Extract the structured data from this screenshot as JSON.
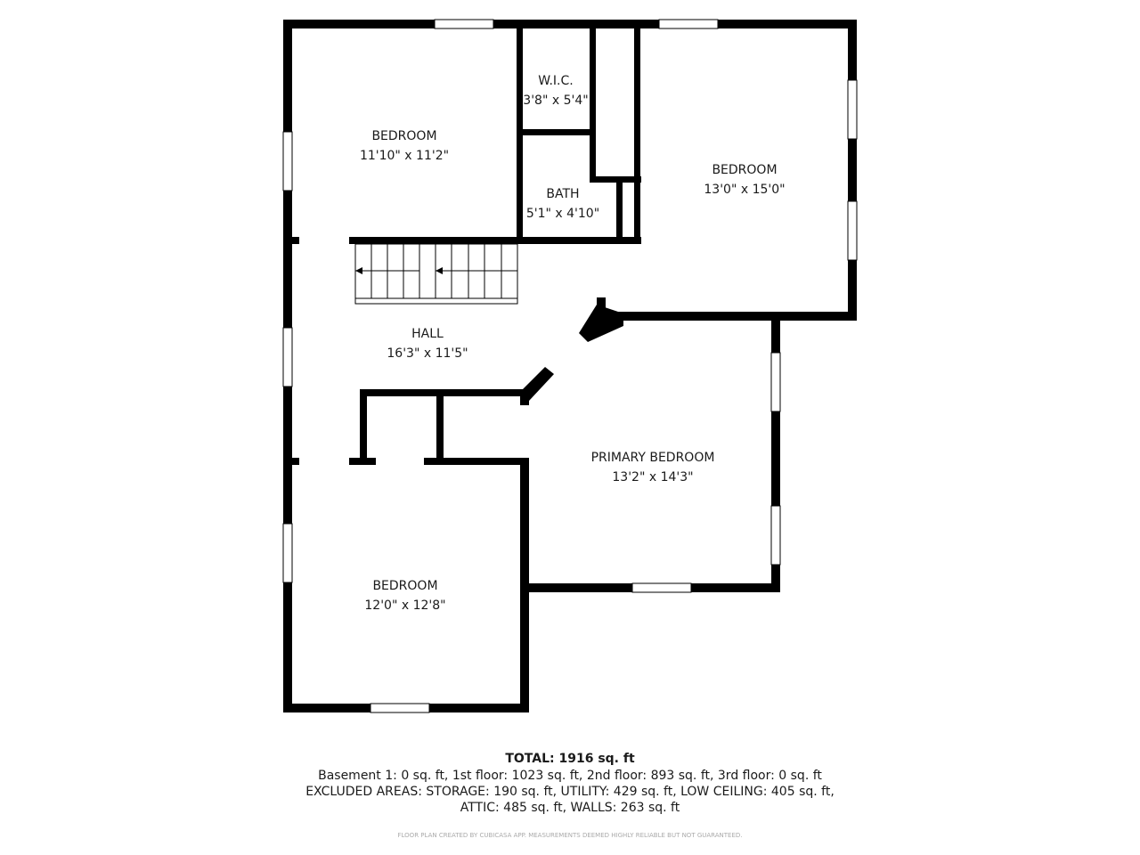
{
  "rooms": [
    {
      "name": "BEDROOM",
      "dims": "11'10\" x 11'2\""
    },
    {
      "name": "W.I.C.",
      "dims": "3'8\" x 5'4\""
    },
    {
      "name": "BATH",
      "dims": "5'1\" x 4'10\""
    },
    {
      "name": "BEDROOM",
      "dims": "13'0\" x 15'0\""
    },
    {
      "name": "HALL",
      "dims": "16'3\" x 11'5\""
    },
    {
      "name": "PRIMARY BEDROOM",
      "dims": "13'2\" x 14'3\""
    },
    {
      "name": "BEDROOM",
      "dims": "12'0\" x 12'8\""
    }
  ],
  "summary": {
    "total": "TOTAL: 1916 sq. ft",
    "floors": "Basement 1: 0 sq. ft, 1st floor: 1023 sq. ft, 2nd floor: 893 sq. ft, 3rd floor: 0 sq. ft",
    "excluded": "EXCLUDED AREAS: STORAGE: 190 sq. ft, UTILITY: 429 sq. ft, LOW CEILING: 405 sq. ft,",
    "excluded2": "ATTIC: 485 sq. ft, WALLS: 263 sq. ft",
    "credit": "FLOOR PLAN CREATED BY CUBICASA APP. MEASUREMENTS DEEMED HIGHLY RELIABLE BUT NOT GUARANTEED."
  }
}
